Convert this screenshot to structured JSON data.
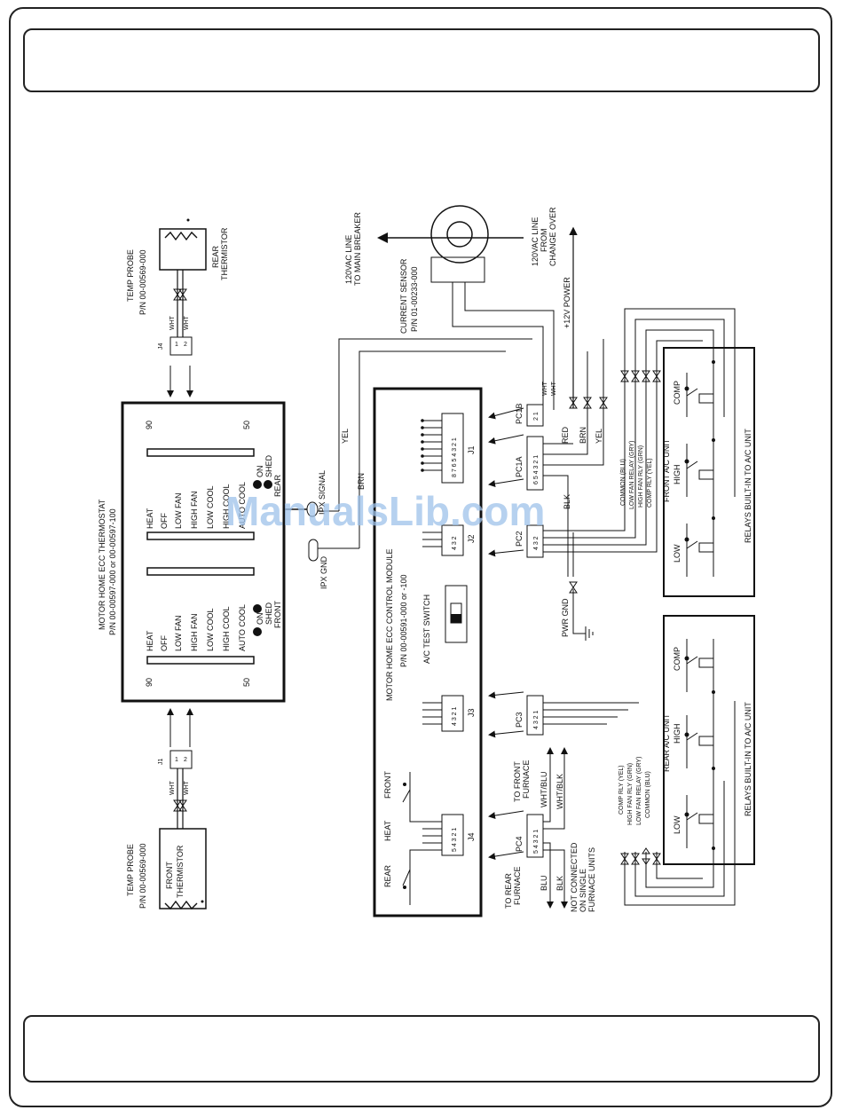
{
  "watermark": "ManualsLib.com",
  "probe_rear": {
    "l1": "TEMP PROBE",
    "l2": "P/N 00-00569-000",
    "therm1": "REAR",
    "therm2": "THERMISTOR",
    "w1": "WHT",
    "w2": "WHT",
    "conn": "J4",
    "p1": "1",
    "p2": "2"
  },
  "probe_front": {
    "l1": "TEMP PROBE",
    "l2": "P/N 00-00569-000",
    "therm1": "FRONT",
    "therm2": "THERMISTOR",
    "w1": "WHT",
    "w2": "WHT",
    "conn": "J1",
    "p1": "1",
    "p2": "2"
  },
  "thermostat": {
    "title1": "MOTOR HOME ECC THERMOSTAT",
    "title2": "P/N 00-00597-000 or 00-00597-100",
    "s90": "90",
    "s50": "50",
    "modes": [
      "HEAT",
      "OFF",
      "LOW FAN",
      "HIGH FAN",
      "LOW COOL",
      "HIGH COOL",
      "AUTO COOL"
    ],
    "shed_on": "ON",
    "shed_rear": "SHED",
    "rear": "REAR",
    "shed_front": "SHED",
    "front": "FRONT"
  },
  "module": {
    "title1": "MOTOR HOME ECC CONTROL MODULE",
    "title2": "P/N 00-00591-000 or -100",
    "test_switch": "A/C TEST SWITCH",
    "j1": "J1",
    "j1_pins": "8 7 6 5 4 3 2 1",
    "j2": "J2",
    "j2_pins": "4 3 2",
    "j3": "J3",
    "j3_pins": "4 3 2 1",
    "j4": "J4",
    "j4_pins": "5 4 3 2 1",
    "rear": "REAR",
    "heat": "HEAT",
    "front": "FRONT"
  },
  "top": {
    "line_breaker1": "120VAC LINE",
    "line_breaker2": "TO MAIN BREAKER",
    "line_change1": "120VAC LINE",
    "line_change2": "FROM",
    "line_change3": "CHANGE OVER",
    "sensor1": "CURRENT SENSOR",
    "sensor2": "P/N 01-00233-000",
    "power": "+12V POWER"
  },
  "ipx": {
    "signal": "IPX SIGNAL",
    "gnd": "IPX GND",
    "yel": "YEL",
    "brn": "BRN"
  },
  "pc1b": {
    "name": "PC1B",
    "pins": "2 1",
    "w1": "WHT",
    "w2": "WHT"
  },
  "pc1a": {
    "name": "PC1A",
    "pins": "6 5 4 3 2 1",
    "red": "RED",
    "brn": "BRN",
    "yel": "YEL",
    "blk": "BLK"
  },
  "pc2": {
    "name": "PC2",
    "pins": "4 3 2",
    "pwr_gnd": "PWR GND",
    "wires": [
      "COMMON    (BLU)",
      "LOW FAN RELAY  (GRY)",
      "HIGH FAN RLY  (GRN)",
      "COMP RLY    (YEL)"
    ]
  },
  "front_unit": {
    "title": "FRONT A/C UNIT",
    "relays": "RELAYS BUILT-IN TO A/C UNIT",
    "comp": "COMP",
    "high": "HIGH",
    "low": "LOW"
  },
  "pc3": {
    "name": "PC3",
    "pins": "4 3 2 1",
    "wires": [
      "COMP RLY    (YEL)",
      "HIGH FAN RLY  (GRN)",
      "LOW FAN RELAY  (GRY)",
      "COMMON    (BLU)"
    ]
  },
  "rear_unit": {
    "title": "REAR A/C UNIT",
    "relays": "RELAYS BUILT-IN TO A/C UNIT",
    "comp": "COMP",
    "high": "HIGH",
    "low": "LOW"
  },
  "pc4": {
    "name": "PC4",
    "pins": "5 4 3 2 1",
    "front_furnace1": "TO FRONT",
    "front_furnace2": "FURNACE",
    "rear_furnace1": "TO REAR",
    "rear_furnace2": "FURNACE",
    "whtblu": "WHT/BLU",
    "whtblk": "WHT/BLK",
    "blu": "BLU",
    "blk": "BLK",
    "nc1": "NOT CONNECTED",
    "nc2": "ON SINGLE",
    "nc3": "FURNACE UNITS"
  }
}
